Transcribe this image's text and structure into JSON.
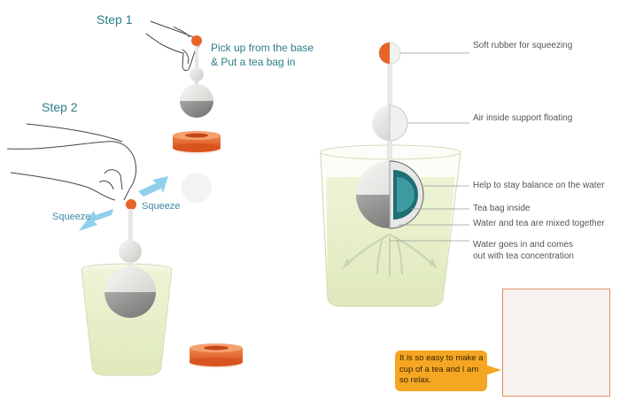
{
  "steps": {
    "step1": {
      "title": "Step 1",
      "line1": "Pick up from the base",
      "line2": "& Put a tea bag in"
    },
    "step2": {
      "title": "Step 2",
      "squeeze_left": "Squeeze",
      "squeeze_right": "Squeeze"
    }
  },
  "annotations": [
    "Soft rubber for squeezing",
    "Air inside support floating",
    "Help to stay balance on the water",
    "Tea bag inside",
    "Water and tea are mixed together",
    "Water goes in and comes",
    "out with tea concentration"
  ],
  "quote": "It is so easy to make a cup of a tea and I am so relax.",
  "colors": {
    "accent_teal": "#2a7f86",
    "rubber_orange": "#e8632a",
    "water_green": "#e7efc8",
    "bubble_orange": "#f5a623",
    "arrow_blue": "#8fd0ec"
  }
}
